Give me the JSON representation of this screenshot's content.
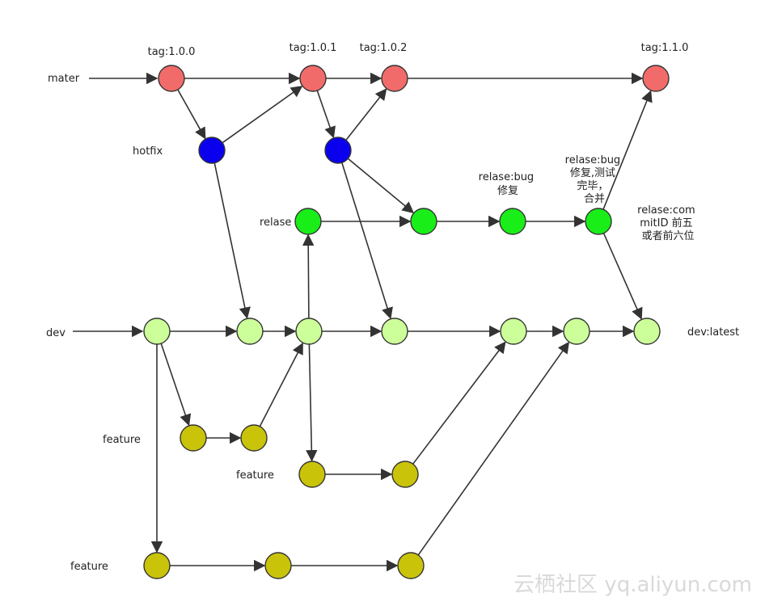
{
  "colors": {
    "master": "#f26b6b",
    "hotfix": "#0b00ee",
    "release": "#19ee19",
    "dev": "#ccff99",
    "feature": "#c9c30a",
    "edge": "#333333"
  },
  "labels": {
    "mater": "mater",
    "hotfix": "hotfix",
    "relase": "relase",
    "dev": "dev",
    "dev_latest": "dev:latest",
    "feature1": "feature",
    "feature2": "feature",
    "feature3": "feature",
    "tag_100": "tag:1.0.0",
    "tag_101": "tag:1.0.1",
    "tag_102": "tag:1.0.2",
    "tag_110": "tag:1.1.0",
    "bugfix": [
      "relase:bug",
      "修复"
    ],
    "bugfix_done": [
      "relase:bug",
      "修复,测试",
      "完毕，",
      "合并"
    ],
    "commit_note": [
      "relase:com",
      "mitID 前五",
      "或者前六位"
    ]
  },
  "watermark": "云栖社区 yq.aliyun.com"
}
